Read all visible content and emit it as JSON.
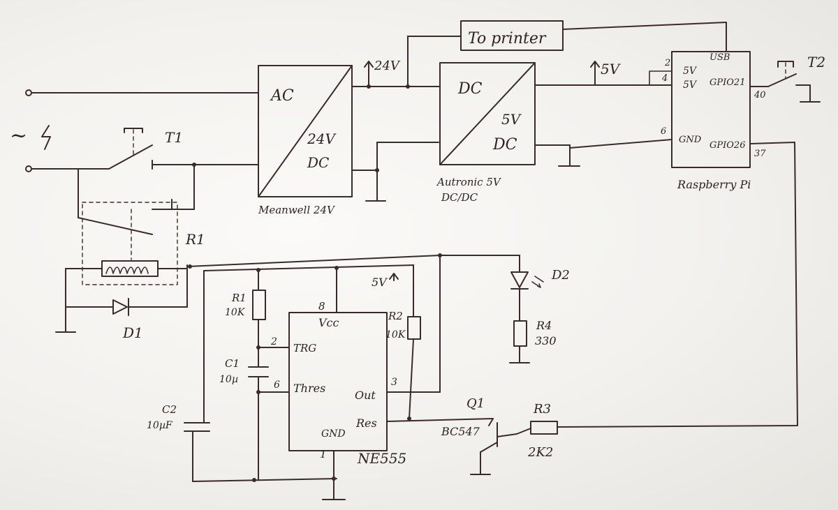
{
  "labels": {
    "to_printer": "To printer",
    "v24": "24V",
    "v5_rail": "5V",
    "ac": "AC",
    "dc_24": "DC",
    "v24_psu": "24V",
    "meanwell": "Meanwell 24V",
    "dcdc_in": "DC",
    "dcdc_out_v": "5V",
    "dcdc_out": "DC",
    "autronic": "Autronic 5V",
    "dcdc_type": "DC/DC",
    "usb": "USB",
    "pin_5v_a": "5V",
    "pin_5v_b": "5V",
    "gpio21": "GPIO21",
    "gnd_pi": "GND",
    "gpio26": "GPIO26",
    "pin2": "2",
    "pin4": "4",
    "pin6": "6",
    "pin40": "40",
    "pin37": "37",
    "raspberry": "Raspberry Pi",
    "t1": "T1",
    "t2": "T2",
    "r1_relay": "R1",
    "d1": "D1",
    "d2": "D2",
    "r1": "R1",
    "r1_val": "10K",
    "r2": "R2",
    "r2_val": "10K",
    "c1": "C1",
    "c1_val": "10µ",
    "c2": "C2",
    "c2_val": "10µF",
    "r4": "R4",
    "r4_val": "330",
    "r3": "R3",
    "r3_val": "2K2",
    "q1": "Q1",
    "q1_type": "BC547",
    "v5_555": "5V",
    "ic_vcc": "Vcc",
    "ic_trg": "TRG",
    "ic_thres": "Thres",
    "ic_out": "Out",
    "ic_res": "Res",
    "ic_gnd": "GND",
    "ic_pin8": "8",
    "ic_pin2": "2",
    "ic_pin6": "6",
    "ic_pin3": "3",
    "ic_pin1": "1",
    "ic_name": "NE555",
    "mains_symbol": "~"
  }
}
